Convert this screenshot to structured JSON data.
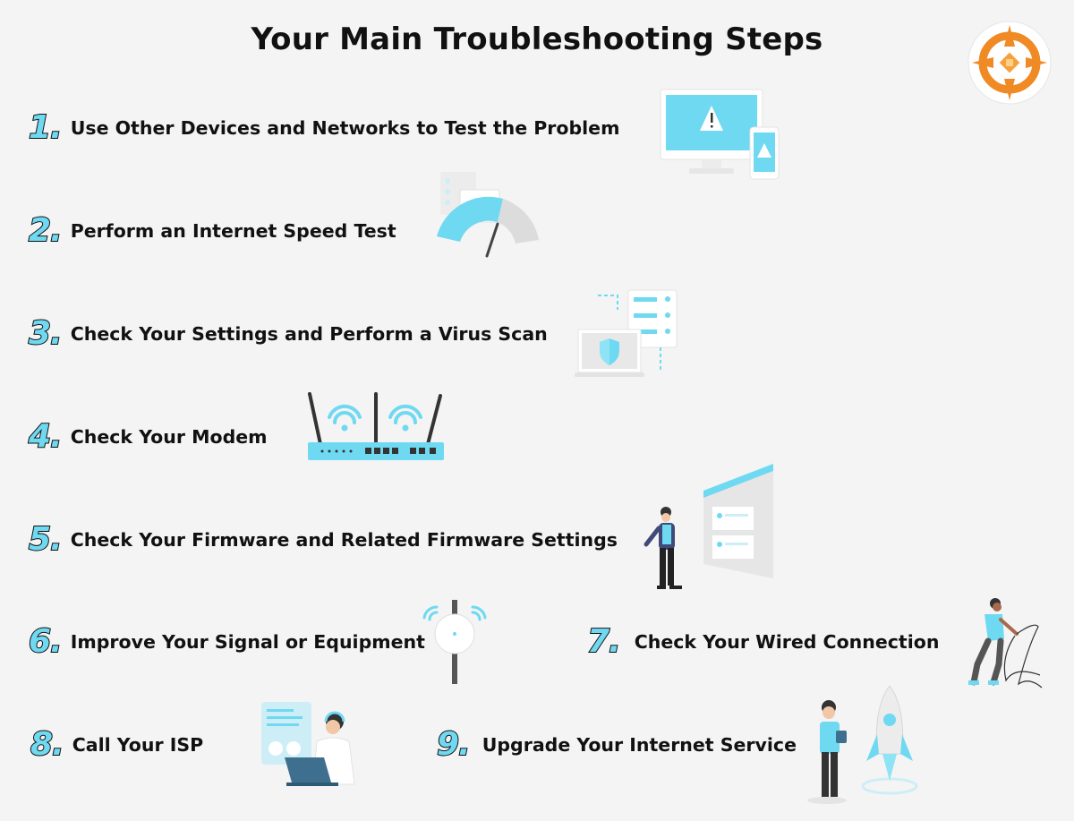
{
  "title": "Your Main Troubleshooting Steps",
  "colors": {
    "accent": "#6fd9f2",
    "text": "#111111",
    "logo_orange": "#f08a24",
    "background": "#f4f4f4"
  },
  "steps": [
    {
      "num": "1.",
      "label": "Use Other Devices and Networks to Test the Problem",
      "icon": "monitor-phone-warning-icon"
    },
    {
      "num": "2.",
      "label": "Perform an Internet Speed Test",
      "icon": "speedometer-icon"
    },
    {
      "num": "3.",
      "label": "Check Your Settings and Perform a Virus Scan",
      "icon": "laptop-shield-server-icon"
    },
    {
      "num": "4.",
      "label": "Check Your Modem",
      "icon": "router-icon"
    },
    {
      "num": "5.",
      "label": "Check Your Firmware and Related Firmware Settings",
      "icon": "person-settings-panel-icon"
    },
    {
      "num": "6.",
      "label": "Improve Your Signal or Equipment",
      "icon": "access-point-icon"
    },
    {
      "num": "7.",
      "label": "Check Your Wired Connection",
      "icon": "person-cable-icon"
    },
    {
      "num": "8.",
      "label": "Call Your ISP",
      "icon": "support-agent-icon"
    },
    {
      "num": "9.",
      "label": "Upgrade Your Internet Service",
      "icon": "rocket-person-icon"
    }
  ]
}
